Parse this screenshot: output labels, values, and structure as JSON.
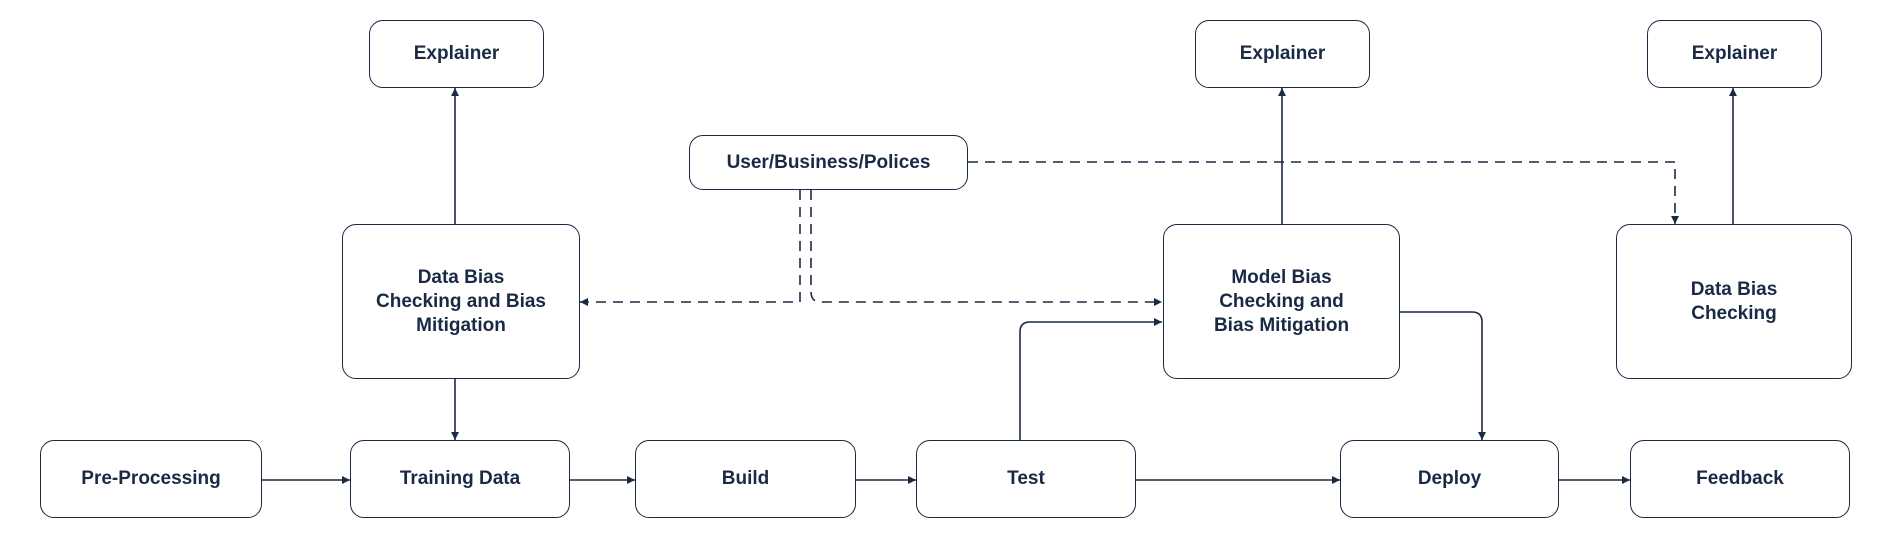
{
  "colors": {
    "stroke": "#1b2a44",
    "text": "#1b2a44",
    "background": "#ffffff"
  },
  "nodes": {
    "explainer_1": "Explainer",
    "explainer_2": "Explainer",
    "explainer_3": "Explainer",
    "user_business_policies": "User/Business/Polices",
    "data_bias_mitigation": "Data Bias\nChecking and Bias\nMitigation",
    "model_bias_mitigation": "Model Bias\nChecking and\nBias Mitigation",
    "data_bias_checking": "Data Bias\nChecking",
    "pre_processing": "Pre-Processing",
    "training_data": "Training Data",
    "build": "Build",
    "test": "Test",
    "deploy": "Deploy",
    "feedback": "Feedback"
  }
}
